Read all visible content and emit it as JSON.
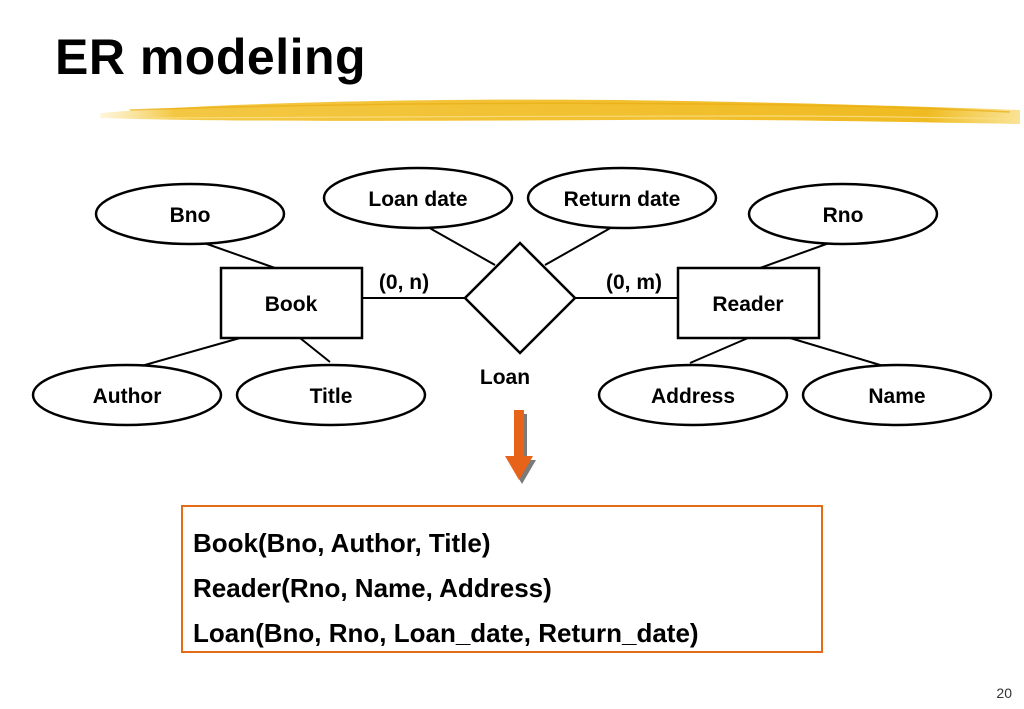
{
  "slide": {
    "title": "ER modeling",
    "page_number": "20",
    "accent_color": "#f2c12e",
    "box_border_color": "#e36c17",
    "arrow_color": "#e8631a"
  },
  "diagram": {
    "entities": [
      {
        "id": "book",
        "label": "Book"
      },
      {
        "id": "reader",
        "label": "Reader"
      }
    ],
    "relationship": {
      "id": "loan",
      "label": "Loan"
    },
    "attributes": [
      {
        "id": "bno",
        "label": "Bno",
        "of": "book"
      },
      {
        "id": "author",
        "label": "Author",
        "of": "book"
      },
      {
        "id": "title",
        "label": "Title",
        "of": "book"
      },
      {
        "id": "loan-date",
        "label": "Loan date",
        "of": "loan"
      },
      {
        "id": "return-date",
        "label": "Return date",
        "of": "loan"
      },
      {
        "id": "rno",
        "label": "Rno",
        "of": "reader"
      },
      {
        "id": "address",
        "label": "Address",
        "of": "reader"
      },
      {
        "id": "name",
        "label": "Name",
        "of": "reader"
      }
    ],
    "cardinalities": {
      "book_side": "(0, n)",
      "reader_side": "(0, m)"
    }
  },
  "schema": {
    "lines": [
      "Book(Bno, Author, Title)",
      "Reader(Rno, Name, Address)",
      "Loan(Bno, Rno, Loan_date, Return_date)"
    ]
  }
}
